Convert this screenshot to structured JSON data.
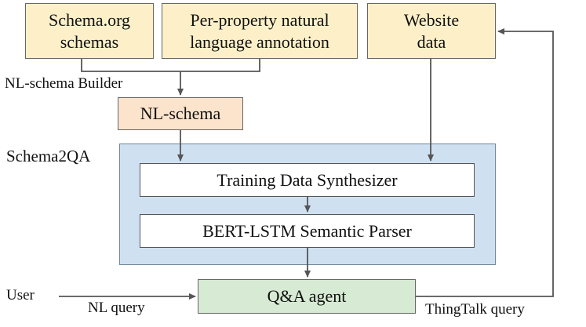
{
  "nodes": {
    "schema_org": "Schema.org\nschemas",
    "per_property": "Per-property natural\nlanguage annotation",
    "website_data": "Website\ndata",
    "nl_schema": "NL-schema",
    "training_synth": "Training Data Synthesizer",
    "bert_parser": "BERT-LSTM Semantic Parser",
    "qa_agent": "Q&A agent"
  },
  "labels": {
    "nl_schema_builder": "NL-schema Builder",
    "schema2qa": "Schema2QA",
    "user": "User",
    "nl_query": "NL query",
    "thingtalk_query": "ThingTalk query"
  },
  "colors": {
    "input_fill": "#fdf0c8",
    "nl_schema_fill": "#fbe3cc",
    "schema2qa_fill": "#cfe0f1",
    "agent_fill": "#d7ead3",
    "stroke": "#555555"
  }
}
